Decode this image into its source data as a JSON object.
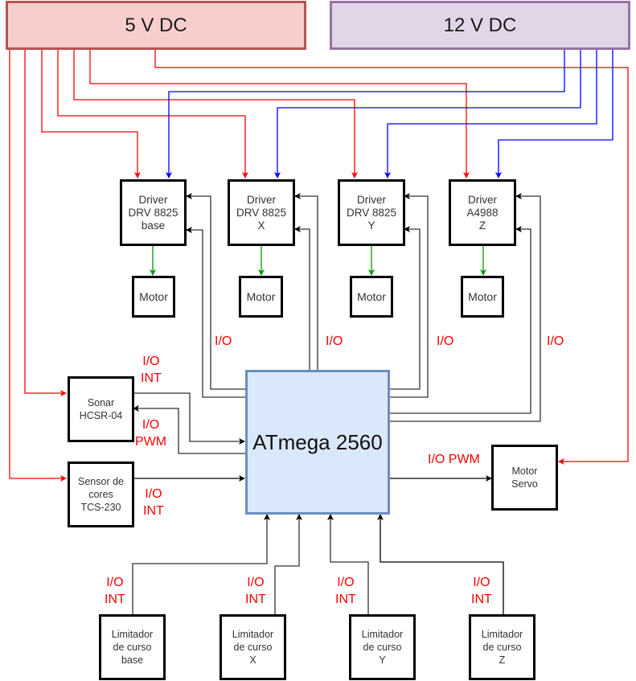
{
  "diagram": {
    "power": {
      "v5": {
        "label": "5 V DC",
        "fill": "#f8cecc",
        "stroke": "#b85450"
      },
      "v12": {
        "label": "12 V DC",
        "fill": "#e1d5e7",
        "stroke": "#9673a6"
      }
    },
    "mcu": {
      "label": "ATmega 2560",
      "fill": "#dae8fc",
      "stroke": "#6c8ebf"
    },
    "drivers": [
      {
        "label": "Driver\nDRV 8825\nbase"
      },
      {
        "label": "Driver\nDRV 8825\nX"
      },
      {
        "label": "Driver\nDRV 8825\nY"
      },
      {
        "label": "Driver\nA4988\nZ"
      }
    ],
    "motors": [
      {
        "label": "Motor"
      },
      {
        "label": "Motor"
      },
      {
        "label": "Motor"
      },
      {
        "label": "Motor"
      }
    ],
    "sensors": {
      "sonar": {
        "label": "Sonar\nHCSR-04"
      },
      "color": {
        "label": "Sensor de\ncores\nTCS-230"
      }
    },
    "servo": {
      "label": "Motor\nServo"
    },
    "limit_switches": [
      {
        "label": "Limitador\nde curso\nbase"
      },
      {
        "label": "Limitador\nde curso\nX"
      },
      {
        "label": "Limitador\nde curso\nY"
      },
      {
        "label": "Limitador\nde curso\nZ"
      }
    ],
    "signal_labels": {
      "driver_io": [
        "I/O",
        "I/O",
        "I/O",
        "I/O"
      ],
      "sonar_in": "I/O\nINT",
      "sonar_out": "I/O\nPWM",
      "color_in": "I/O\nINT",
      "servo": "I/O PWM",
      "limits": [
        "I/O\nINT",
        "I/O\nINT",
        "I/O\nINT",
        "I/O\nINT"
      ]
    },
    "wire_colors": {
      "power_5v": "#ff0000",
      "power_12v": "#0000ff",
      "motor": "#009900",
      "signal": "#000000",
      "label": "#ff0000"
    }
  }
}
